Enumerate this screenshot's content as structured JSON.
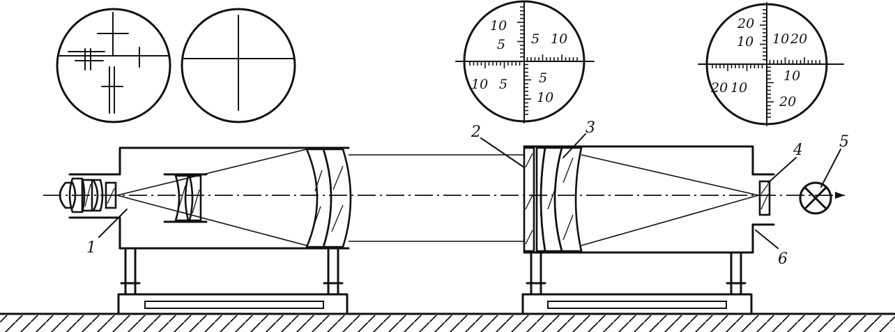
{
  "labels": {
    "collimator_1": "1",
    "autocollimator_2": "2",
    "objective_3": "3",
    "reticle_4": "4",
    "lamp_5": "5",
    "eyepiece_6": "6"
  },
  "scale_left": {
    "top_upper": "10",
    "top_lower": "5",
    "right_upper": "5",
    "right_upper_2": "10",
    "left_lower": "10",
    "left_lower_2": "5",
    "bottom_upper": "5",
    "bottom_lower": "10"
  },
  "scale_right": {
    "top_upper": "20",
    "top_lower": "10",
    "right_upper": "10",
    "right_upper_2": "20",
    "left_lower": "20",
    "left_lower_2": "10",
    "bottom_upper": "10",
    "bottom_lower": "20"
  }
}
